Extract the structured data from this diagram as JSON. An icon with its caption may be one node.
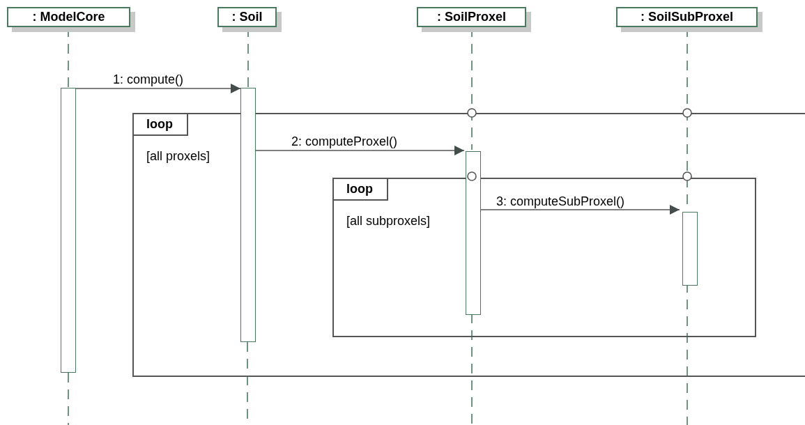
{
  "diagram": {
    "nodes": [
      {
        "text": [
          ": ModelCore"
        ]
      },
      {
        "text": [
          ": Soil"
        ]
      },
      {
        "text": [
          ": SoilProxel"
        ]
      },
      {
        "text": [
          ": SoilSubProxel"
        ]
      },
      {
        "text": [],
        "shape": "bar"
      },
      {
        "text": [],
        "shape": "bar"
      },
      {
        "text": [
          "loop",
          "[all proxels]"
        ]
      },
      {
        "text": [],
        "shape": "bar",
        "in": 6
      },
      {
        "text": [
          "loop",
          "[all subproxels]"
        ],
        "in": 6
      },
      {
        "text": [],
        "shape": "bar",
        "in": 8
      }
    ],
    "edges": [
      {
        "from": 0,
        "to": 4,
        "arrow": "none",
        "style": "dashed"
      },
      {
        "from": 1,
        "to": 5,
        "arrow": "none",
        "style": "dashed"
      },
      {
        "from": 2,
        "to": 7,
        "arrow": "none",
        "style": "dashed"
      },
      {
        "from": 3,
        "to": 9,
        "arrow": "none",
        "style": "dashed"
      },
      {
        "from": 4,
        "to": 5,
        "arrow": "to",
        "label": "1: compute()"
      },
      {
        "from": 5,
        "to": 7,
        "arrow": "to",
        "label": "2: computeProxel()"
      },
      {
        "from": 7,
        "to": 9,
        "arrow": "to",
        "label": "3: computeSubProxel()"
      }
    ]
  }
}
